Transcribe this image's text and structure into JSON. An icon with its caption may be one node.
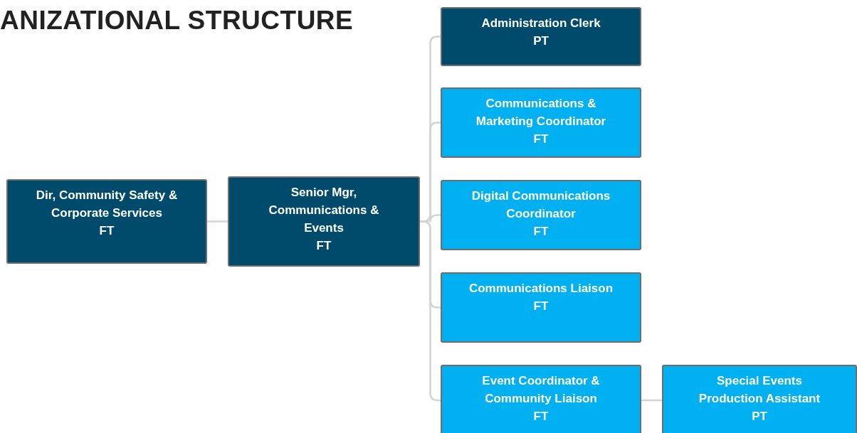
{
  "diagram": {
    "title": "ANIZATIONAL STRUCTURE",
    "nodes": [
      {
        "text": [
          "Dir, Community Safety & Corporate Services",
          "FT"
        ]
      },
      {
        "text": [
          "Senior Mgr, Communications & Events",
          "FT"
        ]
      },
      {
        "text": [
          "Administration Clerk",
          "PT"
        ]
      },
      {
        "text": [
          "Communications & Marketing Coordinator",
          "FT"
        ]
      },
      {
        "text": [
          "Digital Communications Coordinator",
          "FT"
        ]
      },
      {
        "text": [
          "Communications Liaison",
          "FT"
        ]
      },
      {
        "text": [
          "Event Coordinator & Community Liaison",
          "FT"
        ]
      },
      {
        "text": [
          "Special Events Production Assistant",
          "PT"
        ]
      }
    ],
    "edges": [
      {
        "from": 0,
        "to": 1,
        "arrow": "none"
      },
      {
        "from": 1,
        "to": 2,
        "arrow": "none"
      },
      {
        "from": 1,
        "to": 3,
        "arrow": "none"
      },
      {
        "from": 1,
        "to": 4,
        "arrow": "none"
      },
      {
        "from": 1,
        "to": 5,
        "arrow": "none"
      },
      {
        "from": 1,
        "to": 6,
        "arrow": "none"
      },
      {
        "from": 6,
        "to": 7,
        "arrow": "none"
      }
    ]
  }
}
